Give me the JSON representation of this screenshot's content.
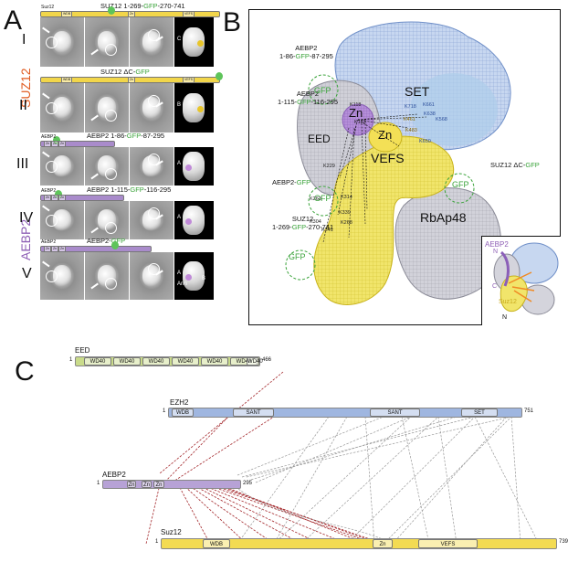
{
  "panel_labels": {
    "a": "A",
    "b": "B",
    "c": "C"
  },
  "panel_a": {
    "side_labels": {
      "suz12": "SUZ12",
      "aebp2": "AEBP2"
    },
    "rows": [
      {
        "roman": "I",
        "title_pre": "SUZ12 1-269-",
        "gfp": "GFP",
        "title_post": "-270-741",
        "bar_name": "Suz12",
        "bar_color": "#f2d64a",
        "bar_boxes": [
          "WDB",
          "Zn",
          "VEFS"
        ],
        "model_letters": [
          "C"
        ]
      },
      {
        "roman": "II",
        "title_pre": "SUZ12 ΔC-",
        "gfp": "GFP",
        "title_post": "",
        "bar_name": "",
        "bar_color": "#f2d64a",
        "bar_boxes": [
          "WDB",
          "Zn",
          "VEFS"
        ],
        "model_letters": [
          "B"
        ]
      },
      {
        "roman": "III",
        "title_pre": "AEBP2 1-86-",
        "gfp": "GFP",
        "title_post": "-87-295",
        "bar_name": "AEBP2",
        "bar_color": "#a98bcb",
        "bar_boxes": [
          "Zn",
          "Zn",
          "Zn"
        ],
        "model_letters": [
          "A"
        ]
      },
      {
        "roman": "IV",
        "title_pre": "AEBP2 1-115-",
        "gfp": "GFP",
        "title_post": "-116-295",
        "bar_name": "AEBP2",
        "bar_color": "#a98bcb",
        "bar_boxes": [
          "Zn",
          "Zn",
          "Zn"
        ],
        "model_letters": [
          "A"
        ]
      },
      {
        "roman": "V",
        "title_pre": "AEBP2-",
        "gfp": "GFP",
        "title_post": "",
        "bar_name": "AEBP2",
        "bar_color": "#a98bcb",
        "bar_boxes": [
          "Zn",
          "Zn",
          "Zn"
        ],
        "model_letters": [
          "A",
          "Arm",
          "B"
        ]
      }
    ]
  },
  "panel_b": {
    "regions": {
      "set": "SET",
      "eed": "EED",
      "vefs": "VEFS",
      "rbap48": "RbAp48",
      "zn1": "Zn",
      "zn2": "Zn"
    },
    "gfp_label": "GFP",
    "callouts": [
      {
        "line1": "AEBP2",
        "line2_pre": "1-86-",
        "line2_gfp": "GFP",
        "line2_post": "-87-295"
      },
      {
        "line1": "AEBP2",
        "line2_pre": "1-115-",
        "line2_gfp": "GFP",
        "line2_post": "-116-295"
      },
      {
        "line1": "AEBP2-",
        "line2_pre": "",
        "line2_gfp": "GFP",
        "line2_post": ""
      },
      {
        "line1": "SUZ12",
        "line2_pre": "1-269-",
        "line2_gfp": "GFP",
        "line2_post": "-270-741"
      },
      {
        "line1": "SUZ12 ΔC-",
        "line2_pre": "",
        "line2_gfp": "GFP",
        "line2_post": ""
      }
    ],
    "residues": [
      "K118",
      "K153",
      "K718",
      "K661",
      "K461",
      "K638",
      "K568",
      "K483",
      "K650",
      "K229",
      "K263",
      "K314",
      "K339",
      "K268",
      "K304",
      "K341"
    ],
    "inset": {
      "aebp2": "AEBP2",
      "n": "N",
      "c": "C",
      "suz12": "Suz12",
      "n2": "N"
    }
  },
  "panel_c": {
    "proteins": [
      {
        "name": "EED",
        "start": "1",
        "end": "466",
        "color": "#c9db8a",
        "domains": [
          "WD40",
          "WD40",
          "WD40",
          "WD40",
          "WD40",
          "WD40",
          "WD40"
        ]
      },
      {
        "name": "EZH2",
        "start": "1",
        "end": "751",
        "color": "#9fb6e0",
        "domains": [
          "WDB",
          "SANT",
          "SANT",
          "SET"
        ]
      },
      {
        "name": "AEBP2",
        "start": "1",
        "end": "295",
        "color": "#b7a2d6",
        "domains": [
          "Zn",
          "Zn",
          "Zn"
        ]
      },
      {
        "name": "Suz12",
        "start": "1",
        "end": "739",
        "color": "#f3db52",
        "domains": [
          "WDB",
          "Zn",
          "VEFS"
        ]
      }
    ]
  },
  "colors": {
    "gfp": "#3aa33a",
    "suz12": "#e05a1f",
    "aebp2": "#8e5fb5",
    "crosslink_red": "#a3262a",
    "crosslink_gray": "#9a9a9a"
  }
}
